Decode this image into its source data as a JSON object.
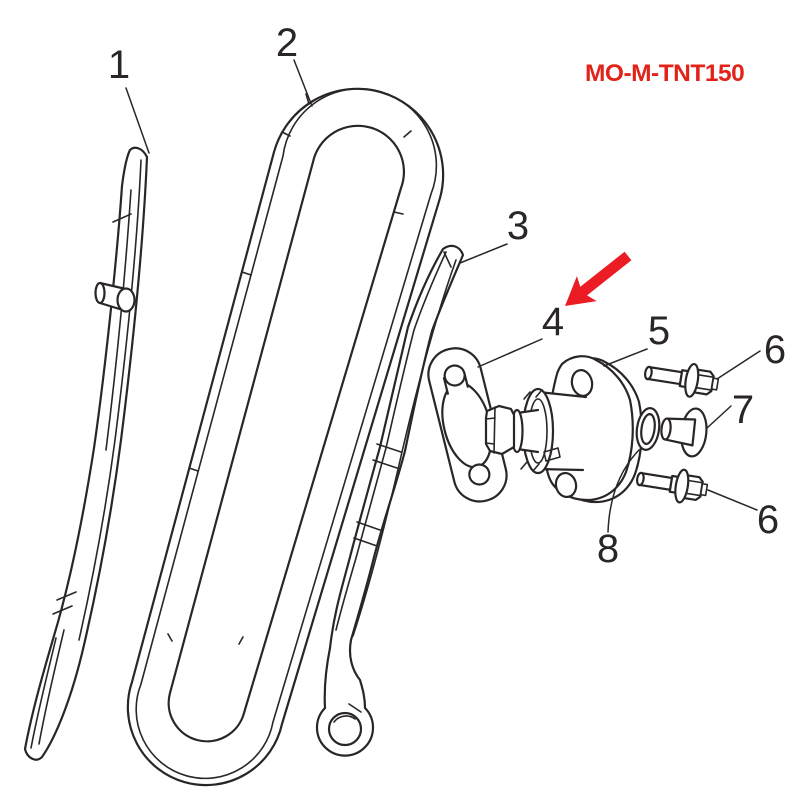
{
  "diagram": {
    "part_code": "MO-M-TNT150",
    "colors": {
      "part_code": "#e2231a",
      "arrow": "#ec1c24",
      "line": "#2a2626",
      "background": "#ffffff"
    },
    "callouts": [
      {
        "label": "1"
      },
      {
        "label": "2"
      },
      {
        "label": "3"
      },
      {
        "label": "4"
      },
      {
        "label": "5"
      },
      {
        "label": "6"
      },
      {
        "label": "7"
      },
      {
        "label": "6"
      },
      {
        "label": "8"
      }
    ]
  }
}
